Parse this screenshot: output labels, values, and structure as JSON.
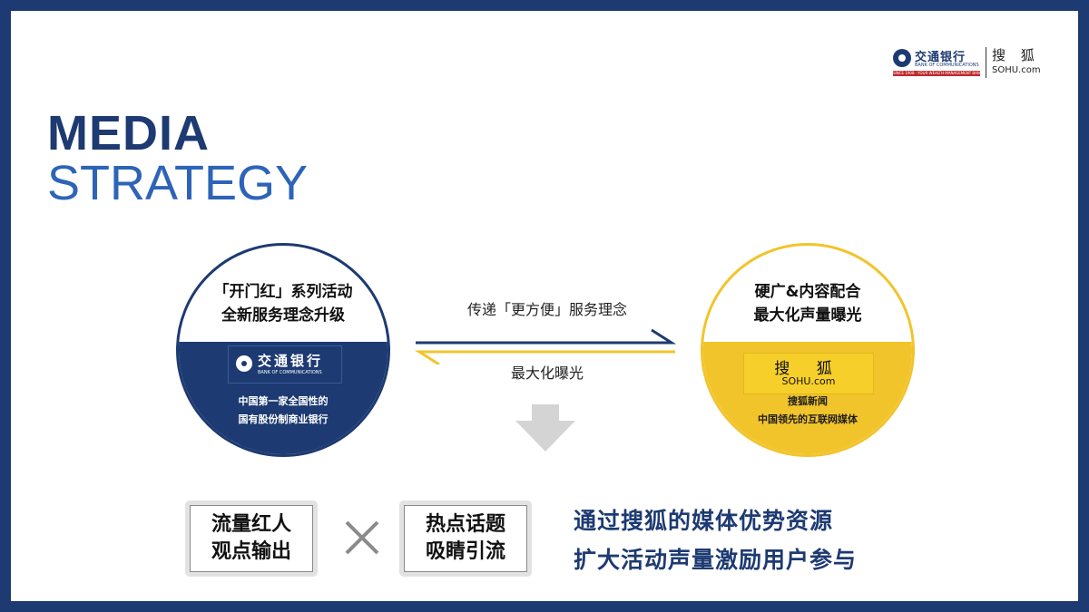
{
  "logos": {
    "bank_name_cn": "交通银行",
    "bank_name_en": "BANK OF COMMUNICATIONS",
    "bank_strip": "SINCE 1908 · YOUR WEALTH MANAGEMENT BANK",
    "sohu_cn": "搜 狐",
    "sohu_en": "SOHU.com"
  },
  "title": {
    "line1": "MEDIA",
    "line2": "STRATEGY"
  },
  "left_circle": {
    "heading_line1": "「开门红」系列活动",
    "heading_line2": "全新服务理念升级",
    "logo_cn": "交通银行",
    "logo_en": "BANK OF COMMUNICATIONS",
    "desc_line1": "中国第一家全国性的",
    "desc_line2": "国有股份制商业银行"
  },
  "right_circle": {
    "heading_line1": "硬广&内容配合",
    "heading_line2": "最大化声量曝光",
    "logo_cn": "搜 狐",
    "logo_en": "SOHU.com",
    "desc_line1": "搜狐新闻",
    "desc_line2": "中国领先的互联网媒体"
  },
  "flow": {
    "top_label": "传递「更方便」服务理念",
    "bottom_label": "最大化曝光"
  },
  "tags": {
    "box1_line1": "流量红人",
    "box1_line2": "观点输出",
    "box2_line1": "热点话题",
    "box2_line2": "吸睛引流"
  },
  "slogan": {
    "line1": "通过搜狐的媒体优势资源",
    "line2": "扩大活动声量激励用户参与"
  },
  "colors": {
    "frame": "#1d3a72",
    "navy": "#1d3a72",
    "blue": "#2d64b8",
    "yellow": "#f2c42c",
    "gray_arrow": "#d4d4d4"
  }
}
